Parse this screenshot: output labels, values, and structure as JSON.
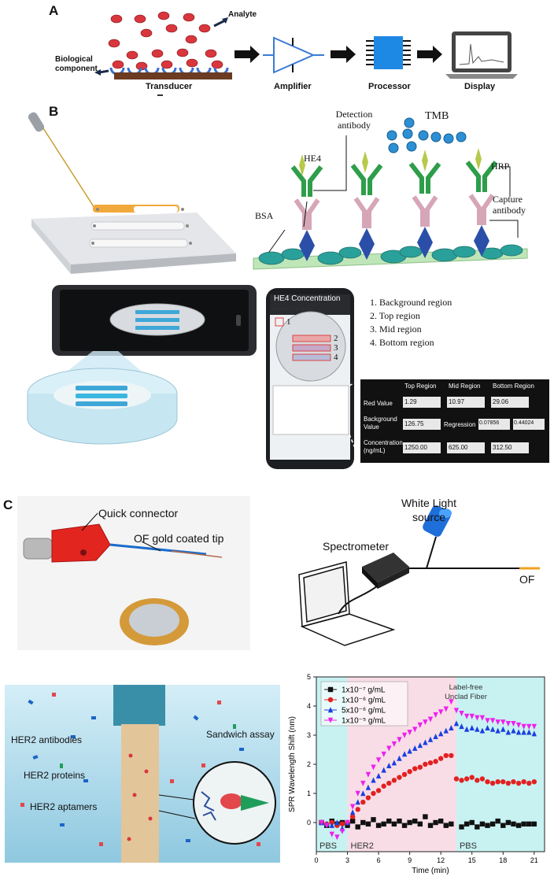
{
  "panel_a": {
    "letter": "A",
    "analyte": "Analyte",
    "bio_component": "Biological component",
    "transducer": "Transducer",
    "amplifier": "Amplifier",
    "processor": "Processor",
    "display": "Display"
  },
  "panel_b": {
    "letter": "B",
    "tmb": "TMB",
    "detection_antibody": "Detection antibody",
    "he4": "HE4",
    "hrp": "HRP",
    "capture_antibody": "Capture antibody",
    "bsa": "BSA",
    "phone_title": "HE4 Concentration",
    "phone_subtitle": "Image   Click to change",
    "phone_region_nums": [
      "1",
      "2",
      "3",
      "4"
    ],
    "regions": [
      "1. Background region",
      "2. Top region",
      "3. Mid region",
      "4. Bottom region"
    ],
    "table": {
      "headers": [
        "Top Region",
        "Mid Region",
        "Bottom Region"
      ],
      "red_value_label": "Red Value",
      "red_values": [
        "1.29",
        "10.97",
        "29.06"
      ],
      "background_label": "Background Value",
      "background_value": "126.75",
      "regression_label": "Regression",
      "regression_values": [
        "0.07856",
        "0.44024"
      ],
      "concentration_label": "Concentration (ng/mL)",
      "concentrations": [
        "1250.00",
        "625.00",
        "312.50"
      ]
    }
  },
  "panel_c": {
    "letter": "C",
    "quick_connector": "Quick connector",
    "of_tip": "OF gold coated tip",
    "white_light": "White Light source",
    "spectrometer": "Spectrometer",
    "of": "OF",
    "her2_antibodies": "HER2 antibodies",
    "her2_proteins": "HER2 proteins",
    "her2_aptamers": "HER2 aptamers",
    "sandwich": "Sandwich assay"
  },
  "colors": {
    "analyte_red": "#d9363e",
    "bio_blue": "#3b6fc9",
    "transducer_brown": "#6b3b22",
    "processor_blue": "#1e88e5",
    "antibody_green": "#2e9e4a",
    "antigen_blue": "#2b4fa8",
    "bsa_teal": "#2aa09a",
    "s1": "#111111",
    "s2": "#e32020",
    "s3": "#1a3fe0",
    "s4": "#ee20ee"
  },
  "chart_data": {
    "type": "scatter",
    "xlabel": "Time (min)",
    "ylabel": "SPR Wavelength Shift (nm)",
    "xlim": [
      0,
      22
    ],
    "ylim": [
      -1,
      5
    ],
    "xticks": [
      0,
      3,
      6,
      9,
      12,
      15,
      18,
      21
    ],
    "yticks": [
      0,
      1,
      2,
      3,
      4,
      5
    ],
    "annotation": "Label-free Unclad Fiber",
    "regions": [
      {
        "label": "PBS",
        "from": 0,
        "to": 3,
        "color": "#c8f2f2"
      },
      {
        "label": "HER2",
        "from": 3,
        "to": 13.5,
        "color": "#f8dde6"
      },
      {
        "label": "PBS",
        "from": 13.5,
        "to": 22,
        "color": "#c8f2f2"
      }
    ],
    "legend_placement": "top-left",
    "series": [
      {
        "name": "1x10⁻⁷ g/mL",
        "marker": "square",
        "color": "#111111",
        "x": [
          0.5,
          1,
          1.5,
          2,
          2.5,
          3,
          3.5,
          4,
          4.5,
          5,
          5.5,
          6,
          6.5,
          7,
          7.5,
          8,
          8.5,
          9,
          9.5,
          10,
          10.5,
          11,
          11.5,
          12,
          12.5,
          13,
          14,
          14.5,
          15,
          15.5,
          16,
          16.5,
          17,
          17.5,
          18,
          18.5,
          19,
          19.5,
          20,
          20.5,
          21
        ],
        "y": [
          0,
          -0.1,
          0.05,
          -0.05,
          0,
          -0.1,
          0.05,
          -0.15,
          0,
          -0.05,
          0.1,
          -0.1,
          -0.05,
          0.05,
          -0.05,
          0.05,
          -0.1,
          0,
          0.05,
          -0.05,
          0.2,
          -0.1,
          0,
          0.05,
          -0.1,
          -0.05,
          -0.15,
          -0.05,
          0,
          -0.15,
          -0.05,
          -0.1,
          -0.05,
          0.05,
          -0.1,
          0,
          -0.05,
          -0.1,
          -0.05,
          -0.05,
          -0.05
        ]
      },
      {
        "name": "1x10⁻⁶ g/mL",
        "marker": "circle",
        "color": "#e32020",
        "x": [
          0.5,
          1,
          1.5,
          2,
          2.5,
          3,
          3.5,
          4,
          4.5,
          5,
          5.5,
          6,
          6.5,
          7,
          7.5,
          8,
          8.5,
          9,
          9.5,
          10,
          10.5,
          11,
          11.5,
          12,
          12.5,
          13,
          13.5,
          14,
          14.5,
          15,
          15.5,
          16,
          16.5,
          17,
          17.5,
          18,
          18.5,
          19,
          19.5,
          20,
          20.5,
          21
        ],
        "y": [
          0,
          -0.05,
          0,
          -0.1,
          -0.05,
          0,
          0.2,
          0.45,
          0.7,
          0.85,
          1.0,
          1.1,
          1.25,
          1.35,
          1.45,
          1.55,
          1.65,
          1.75,
          1.85,
          1.9,
          2.0,
          2.05,
          2.1,
          2.2,
          2.3,
          2.3,
          1.5,
          1.45,
          1.5,
          1.55,
          1.45,
          1.5,
          1.4,
          1.35,
          1.4,
          1.4,
          1.35,
          1.4,
          1.35,
          1.4,
          1.35,
          1.4
        ]
      },
      {
        "name": "5x10⁻⁶ g/mL",
        "marker": "triangle-up",
        "color": "#1a3fe0",
        "x": [
          0.5,
          1,
          1.5,
          2,
          2.5,
          3,
          3.5,
          4,
          4.5,
          5,
          5.5,
          6,
          6.5,
          7,
          7.5,
          8,
          8.5,
          9,
          9.5,
          10,
          10.5,
          11,
          11.5,
          12,
          12.5,
          13,
          13.5,
          14,
          14.5,
          15,
          15.5,
          16,
          16.5,
          17,
          17.5,
          18,
          18.5,
          19,
          19.5,
          20,
          20.5,
          21
        ],
        "y": [
          0,
          -0.05,
          -0.1,
          0,
          -0.2,
          0,
          0.35,
          0.7,
          1.0,
          1.2,
          1.45,
          1.6,
          1.8,
          1.95,
          2.05,
          2.2,
          2.35,
          2.45,
          2.55,
          2.65,
          2.75,
          2.85,
          2.95,
          3.05,
          3.15,
          3.25,
          3.4,
          3.3,
          3.2,
          3.25,
          3.2,
          3.15,
          3.25,
          3.2,
          3.15,
          3.2,
          3.1,
          3.15,
          3.1,
          3.1,
          3.1,
          3.05
        ]
      },
      {
        "name": "1x10⁻⁵ g/mL",
        "marker": "triangle-down",
        "color": "#ee20ee",
        "x": [
          0.5,
          1,
          1.5,
          2,
          2.5,
          3,
          3.5,
          4,
          4.5,
          5,
          5.5,
          6,
          6.5,
          7,
          7.5,
          8,
          8.5,
          9,
          9.5,
          10,
          10.5,
          11,
          11.5,
          12,
          12.5,
          13,
          13.5,
          14,
          14.5,
          15,
          15.5,
          16,
          16.5,
          17,
          17.5,
          18,
          18.5,
          19,
          19.5,
          20,
          20.5,
          21
        ],
        "y": [
          0,
          -0.1,
          -0.4,
          -0.5,
          -0.3,
          0,
          0.55,
          1.0,
          1.35,
          1.65,
          1.9,
          2.15,
          2.35,
          2.55,
          2.7,
          2.85,
          3.0,
          3.1,
          3.2,
          3.35,
          3.45,
          3.55,
          3.7,
          3.8,
          3.9,
          4.15,
          3.85,
          3.75,
          3.65,
          3.65,
          3.6,
          3.6,
          3.5,
          3.5,
          3.45,
          3.45,
          3.4,
          3.4,
          3.35,
          3.3,
          3.3,
          3.3
        ]
      }
    ]
  }
}
